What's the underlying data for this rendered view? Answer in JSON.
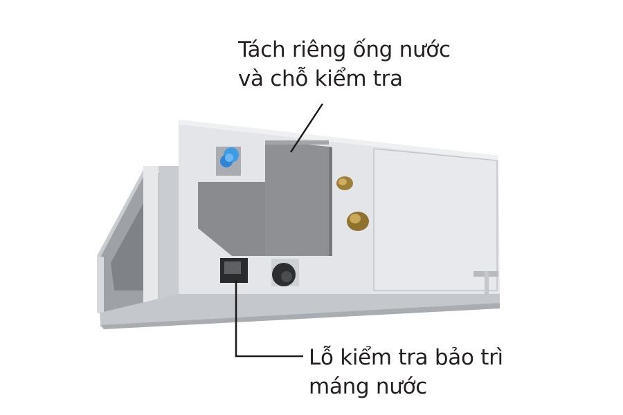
{
  "diagram": {
    "subject": "ducted indoor air-conditioning unit (ceiling concealed)",
    "callouts": [
      {
        "id": "top",
        "lines": [
          "Tách riêng ống nước",
          "và chỗ kiểm tra"
        ],
        "points_to": "gray piping compartment panel"
      },
      {
        "id": "bottom",
        "lines": [
          "Lỗ kiểm tra bảo trì",
          "máng nước"
        ],
        "points_to": "drain pan inspection port"
      }
    ],
    "colors": {
      "background": "#ffffff",
      "text": "#231f20",
      "leader_line": "#1a1a1a",
      "casing": "#dfe1e4",
      "casing_shadow": "#b9bcc0",
      "panel_gray": "#8e8f91",
      "drain_plug_blue": "#2f8fe0",
      "brass_fitting": "#a8863c"
    }
  }
}
